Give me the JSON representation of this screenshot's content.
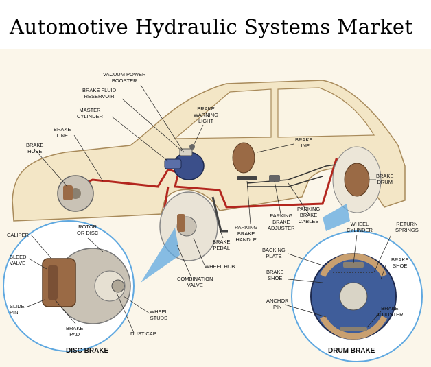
{
  "title": "Automotive Hydraulic Systems Market",
  "labels": {
    "vacuum_power_booster": "VACUUM POWER\nBOOSTER",
    "brake_fluid_reservoir": "BRAKE FLUID\nRESERVOIR",
    "master_cylinder": "MASTER\nCYLINDER",
    "brake_warning_light": "BRAKE\nWARNING\nLIGHT",
    "brake_line_left": "BRAKE\nLINE",
    "brake_hose": "BRAKE\nHOSE",
    "brake_line_right": "BRAKE\nLINE",
    "brake_drum": "BRAKE\nDRUM",
    "parking_brake_cables": "PARKING\nBRAKE\nCABLES",
    "parking_brake_adjuster": "PARKING\nBRAKE\nADJUSTER",
    "parking_brake_handle": "PARKING\nBRAKE\nHANDLE",
    "brake_pedal": "BRAKE\nPEDAL",
    "wheel_hub": "WHEEL HUB",
    "combination_valve": "COMBINATION\nVALVE",
    "rotor_or_disc": "ROTOR\nOR DISC",
    "caliper": "CALIPER",
    "bleed_valve": "BLEED\nVALVE",
    "slide_pin": "SLIDE\nPIN",
    "brake_pad": "BRAKE\nPAD",
    "dust_cap": "DUST CAP",
    "wheel_studs": "WHEEL\nSTUDS",
    "wheel_cylinder": "WHEEL\nCYLINDER",
    "return_springs": "RETURN\nSPRINGS",
    "backing_plate": "BACKING\nPLATE",
    "brake_shoe_left": "BRAKE\nSHOE",
    "brake_shoe_right": "BRAKE\nSHOE",
    "anchor_pin": "ANCHOR\nPIN",
    "brake_adjuster": "BRAKE\nADJUSTER"
  },
  "captions": {
    "disc_brake": "DISC BRAKE",
    "drum_brake": "DRUM BRAKE"
  },
  "colors": {
    "brake_line": "#b3261e",
    "car_body": "#f3e6c6",
    "car_outline": "#a88a5a",
    "booster": "#3b4f8a",
    "metal": "#c9c2b5",
    "drum": "#9a6a45",
    "callout_blue": "#5fa8e0"
  }
}
